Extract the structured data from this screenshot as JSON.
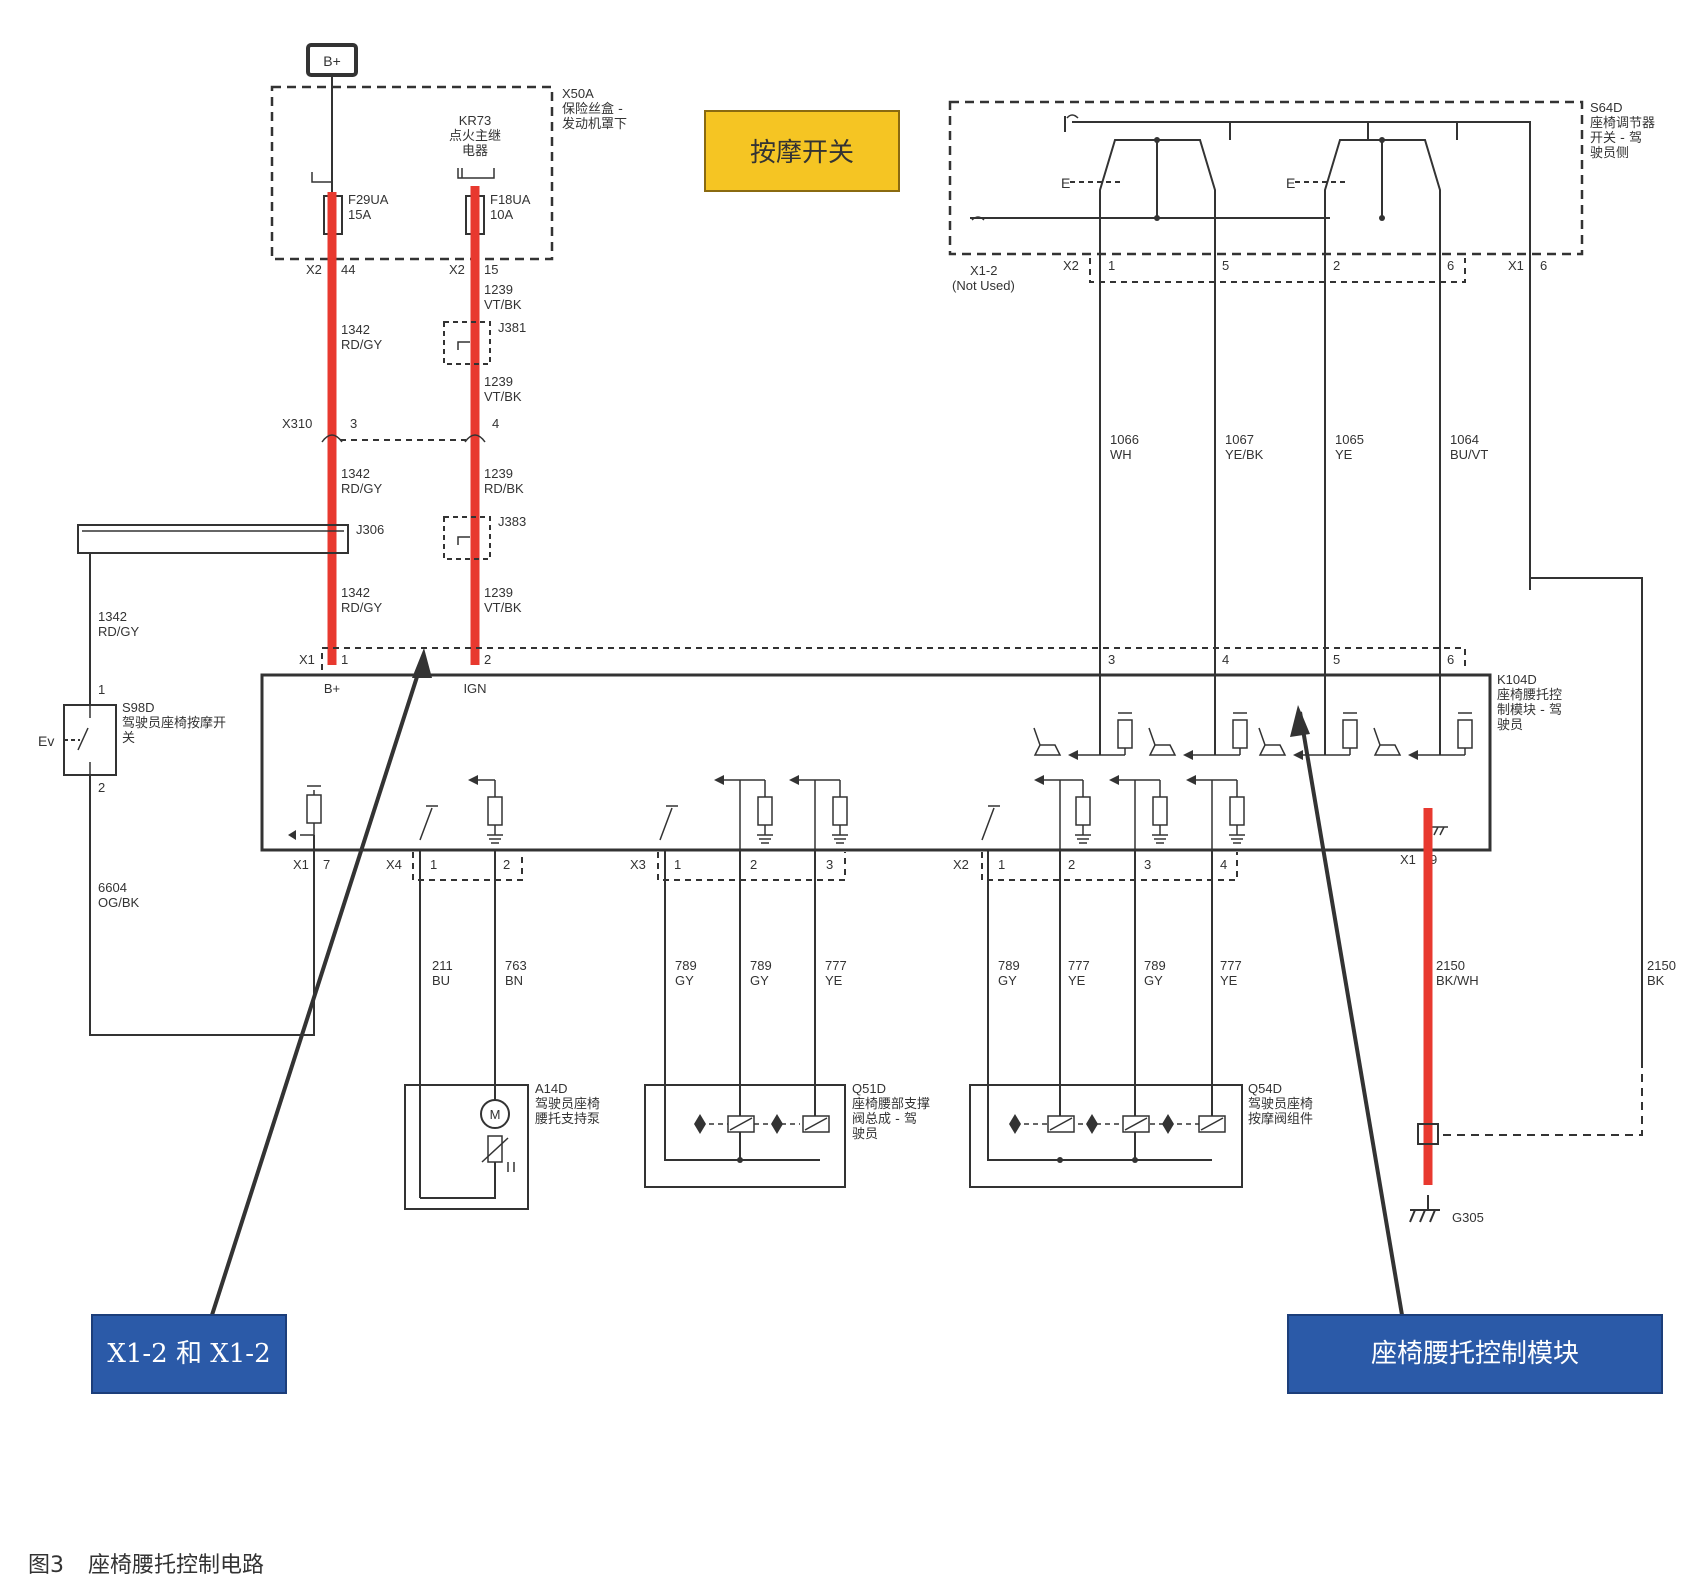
{
  "title_box": {
    "text": "按摩开关",
    "color": "#f5c523"
  },
  "callouts": [
    {
      "id": "left",
      "text": "X1-2 和 X1-2",
      "color": "#2b5aa8"
    },
    {
      "id": "right",
      "text": "座椅腰托控制模块",
      "color": "#2b5aa8"
    }
  ],
  "caption": {
    "fig": "图3",
    "text": "座椅腰托控制电路"
  },
  "power": {
    "label": "B+"
  },
  "fusebox": {
    "id": "X50A",
    "name_l1": "保险丝盒 -",
    "name_l2": "发动机罩下"
  },
  "relay": {
    "id": "KR73",
    "name_l1": "点火主继",
    "name_l2": "电器"
  },
  "fuses": [
    {
      "id": "F29UA",
      "rating": "15A"
    },
    {
      "id": "F18UA",
      "rating": "10A"
    }
  ],
  "seat_switch": {
    "id": "S64D",
    "name_l1": "座椅调节器",
    "name_l2": "开关 - 驾",
    "name_l3": "驶员侧"
  },
  "massage_switch": {
    "id": "S98D",
    "name_l1": "驾驶员座椅按摩开",
    "name_l2": "关",
    "pin1": "1",
    "pin2": "2",
    "symbol": "Ev"
  },
  "module": {
    "id": "K104D",
    "name_l1": "座椅腰托控",
    "name_l2": "制模块 - 驾",
    "name_l3": "驶员",
    "pin_bplus": "B+",
    "pin_ign": "IGN"
  },
  "pump": {
    "id": "A14D",
    "name_l1": "驾驶员座椅",
    "name_l2": "腰托支持泵",
    "motor": "M"
  },
  "valve1": {
    "id": "Q51D",
    "name_l1": "座椅腰部支撑",
    "name_l2": "阀总成 - 驾",
    "name_l3": "驶员"
  },
  "valve2": {
    "id": "Q54D",
    "name_l1": "驾驶员座椅",
    "name_l2": "按摩阀组件"
  },
  "ground": {
    "id": "G305"
  },
  "connectors": {
    "x2_44": "X2",
    "p44": "44",
    "x2_15": "X2",
    "p15": "15",
    "x310": "X310",
    "x310_3": "3",
    "x310_4": "4",
    "j381": "J381",
    "j383": "J383",
    "j306": "J306",
    "x1_top": "X1",
    "x1_top_1": "1",
    "x1_top_2": "2",
    "x1_3": "3",
    "x1_4": "4",
    "x1_5": "5",
    "x1_6": "6",
    "x12": "X1-2",
    "not_used": "(Not Used)",
    "sw_x2": "X2",
    "sw_1": "1",
    "sw_5": "5",
    "sw_2": "2",
    "sw_6": "6",
    "sw_x1": "X1",
    "sw_x1_6": "6",
    "x1_7": "X1",
    "p7": "7",
    "x4": "X4",
    "x4_1": "1",
    "x4_2": "2",
    "x3": "X3",
    "x3_1": "1",
    "x3_2": "2",
    "x3_3": "3",
    "x2b": "X2",
    "x2b_1": "1",
    "x2b_2": "2",
    "x2b_3": "3",
    "x2b_4": "4",
    "x1_9": "X1",
    "p9": "9"
  },
  "wires": {
    "w1342a_n": "1342",
    "w1342a_c": "RD/GY",
    "w1342b_n": "1342",
    "w1342b_c": "RD/GY",
    "w1342c_n": "1342",
    "w1342c_c": "RD/GY",
    "w1342d_n": "1342",
    "w1342d_c": "RD/GY",
    "w1239a_n": "1239",
    "w1239a_c": "VT/BK",
    "w1239b_n": "1239",
    "w1239b_c": "VT/BK",
    "w1239c_n": "1239",
    "w1239c_c": "RD/BK",
    "w1239d_n": "1239",
    "w1239d_c": "VT/BK",
    "w1066_n": "1066",
    "w1066_c": "WH",
    "w1067_n": "1067",
    "w1067_c": "YE/BK",
    "w1065_n": "1065",
    "w1065_c": "YE",
    "w1064_n": "1064",
    "w1064_c": "BU/VT",
    "w6604_n": "6604",
    "w6604_c": "OG/BK",
    "w211_n": "211",
    "w211_c": "BU",
    "w763_n": "763",
    "w763_c": "BN",
    "w789a_n": "789",
    "w789a_c": "GY",
    "w789b_n": "789",
    "w789b_c": "GY",
    "w777a_n": "777",
    "w777a_c": "YE",
    "w789c_n": "789",
    "w789c_c": "GY",
    "w777b_n": "777",
    "w777b_c": "YE",
    "w789d_n": "789",
    "w789d_c": "GY",
    "w777c_n": "777",
    "w777c_c": "YE",
    "w2150a_n": "2150",
    "w2150a_c": "BK/WH",
    "w2150b_n": "2150",
    "w2150b_c": "BK"
  }
}
